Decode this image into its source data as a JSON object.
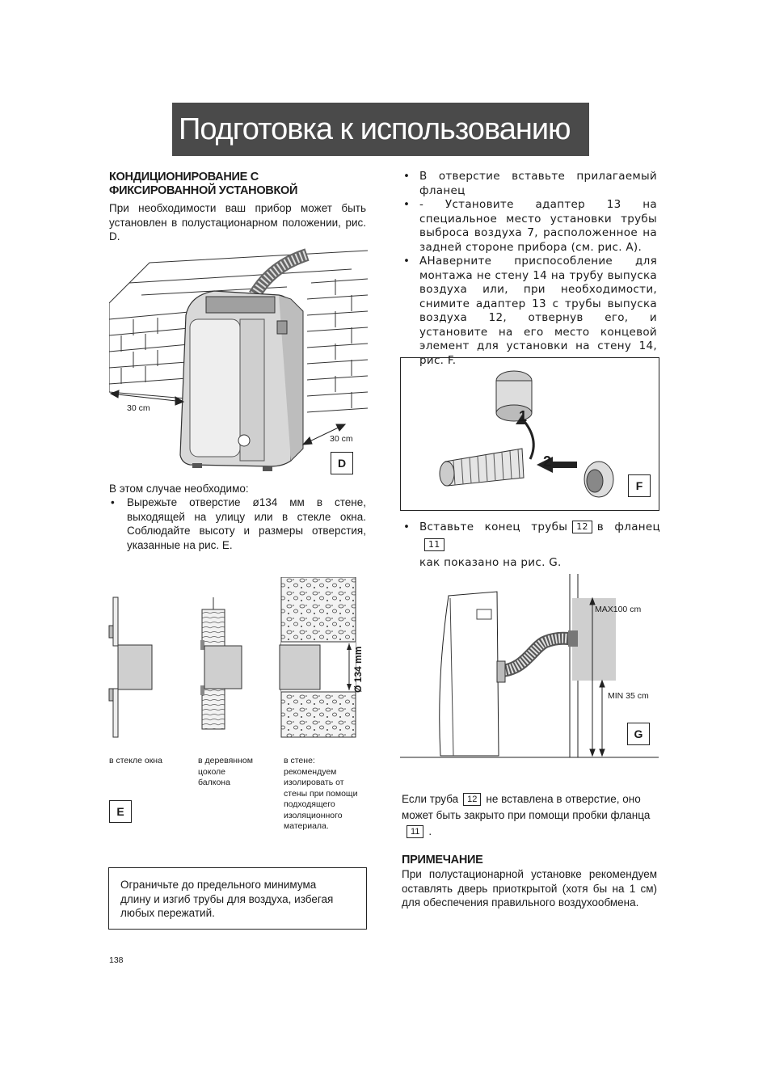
{
  "page": {
    "title": "Подготовка к использованию",
    "page_number": "138"
  },
  "left": {
    "heading": [
      "КОНДИЦИОНИРОВАНИЕ С",
      "ФИКСИРОВАННОЙ УСТАНОВКОЙ"
    ],
    "intro": "При необходимости ваш прибор может быть установлен в полустационарном положении, рис. D.",
    "figure_d": {
      "label": "D",
      "dim_left": "30 cm",
      "dim_right": "30 cm"
    },
    "case_intro": "В этом случае необходимо:",
    "bullet": "Вырежьте отверстие ø134 мм  в стене, выходящей на улицу или в стекле окна. Соблюдайте высоту и размеры отверстия, указанные на рис. E.",
    "figure_e": {
      "label": "E",
      "diameter": "Ø 134 mm",
      "captions": [
        "в стекле окна",
        "в деревянном цоколе балкона",
        "в стене: рекомендуем изолировать от стены при помощи подходящего изоляционного материала."
      ]
    },
    "note_box": "Ограничьте до предельного минимума длину и изгиб трубы для воздуха, избегая любых пережатий."
  },
  "right": {
    "bullets": [
      "В отверстие вставьте прилагаемый фланец",
      "- Установите адаптер 13 на специальное место установки трубы выброса воздуха 7, расположенное на задней стороне прибора (см. рис. A).",
      "ΑНаверните приспособление для монтажа не стену 14 на трубу выпуска воздуха или, при необходимости, снимите адаптер 13 с трубы выпуска воздуха 12, отвернув его, и установите на его место концевой элемент для установки на стену 14, рис. F."
    ],
    "figure_f": {
      "label": "F",
      "step1": "1",
      "step2": "2"
    },
    "insert": {
      "text_a": "Вставьте конец трубы",
      "ref_pipe": "12",
      "text_b": "в фланец",
      "ref_flange": "11",
      "text_c": "как показано на рис. G."
    },
    "figure_g": {
      "label": "G",
      "max": "MAX100 cm",
      "min": "MIN  35 cm"
    },
    "if_pipe": {
      "text_a": "Если труба",
      "ref_pipe": "12",
      "text_b": "не вставлена в отверстие, оно может быть закрыто при помощи пробки фланца",
      "ref_flange": "11",
      "text_c": "."
    },
    "note_heading": "ПРИМЕЧАНИЕ",
    "note_text": "При полустационарной установке рекомендуем оставлять дверь приоткрытой (хотя бы на 1 см) для обеспечения правильного воздухообмена."
  }
}
